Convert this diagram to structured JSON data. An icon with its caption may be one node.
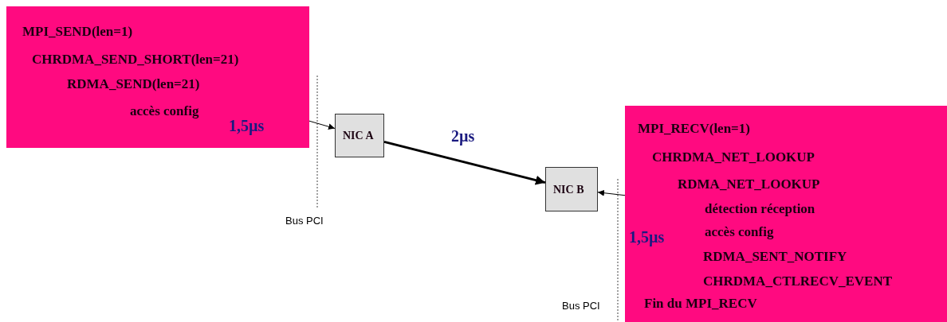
{
  "diagram": {
    "nodes": [
      {
        "text": [
          "MPI_SEND(len=1)",
          "CHRDMA_SEND_SHORT(len=21)",
          "RDMA_SEND(len=21)",
          "accès config"
        ]
      },
      {
        "text": [
          "NIC A"
        ]
      },
      {
        "text": [
          "NIC B"
        ]
      },
      {
        "text": [
          "MPI_RECV(len=1)",
          "CHRDMA_NET_LOOKUP",
          "RDMA_NET_LOOKUP",
          "détection réception",
          "accès config",
          "RDMA_SENT_NOTIFY",
          "CHRDMA_CTLRECV_EVENT",
          "Fin du MPI_RECV"
        ]
      }
    ],
    "edges": [
      {
        "from": 0,
        "to": 1,
        "arrow": "to",
        "label": "1,5µs"
      },
      {
        "from": 1,
        "to": 2,
        "arrow": "to",
        "label": "2µs",
        "style": "thick"
      },
      {
        "from": 3,
        "to": 2,
        "arrow": "to",
        "label": "1,5µs"
      }
    ],
    "labels": [
      "Bus PCI",
      "Bus PCI"
    ]
  }
}
